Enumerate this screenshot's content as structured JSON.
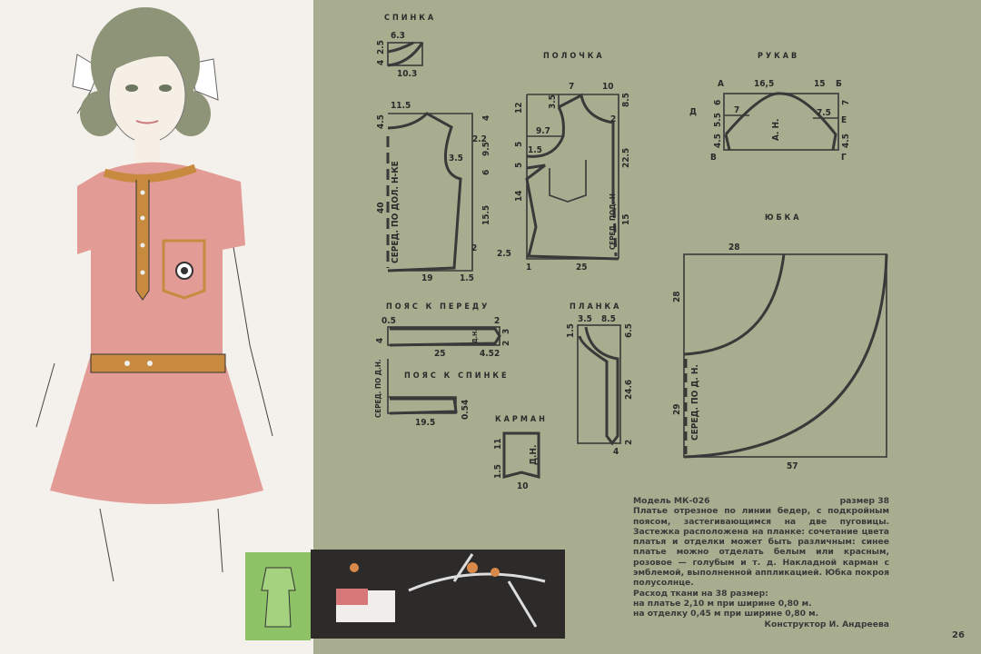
{
  "colors": {
    "page_left": "#f4f1ec",
    "page_right": "#a8ad90",
    "dress": "#e39b95",
    "trim": "#c88a3e",
    "ink": "#3a3838"
  },
  "spinka_small": {
    "title": "СПИНКА",
    "labels": [
      "6.3",
      "10.3",
      "4",
      "2.5"
    ]
  },
  "spinka": {
    "labels": [
      "11.5",
      "4.5",
      "4",
      "2.2",
      "9.5",
      "3.5",
      "6",
      "40",
      "СЕРЕД. ПО ДОЛ. Н-КЕ",
      "15.5",
      "2",
      "19",
      "1.5"
    ]
  },
  "polochka": {
    "title": "ПОЛОЧКА",
    "labels": [
      "7",
      "10",
      "12",
      "3.5",
      "8.5",
      "2",
      "9.7",
      "5",
      "1.5",
      "5",
      "22.5",
      "14",
      "15",
      "2.5",
      "1",
      "25",
      "СЕРЕД. ПОД. Н"
    ]
  },
  "rukav": {
    "title": "РУКАВ",
    "labels": [
      "А",
      "16,5",
      "15",
      "Б",
      "Д",
      "6",
      "5.5",
      "7",
      "7.5",
      "Е",
      "7",
      "А. Н.",
      "4.5",
      "4.5",
      "В",
      "Г"
    ]
  },
  "yubka": {
    "title": "ЮБКА",
    "labels": [
      "28",
      "28",
      "29",
      "СЕРЕД. ПО Д. Н.",
      "57"
    ]
  },
  "poyas_pered": {
    "title": "ПОЯС К ПЕРЕДУ",
    "labels": [
      "0.5",
      "2",
      "4",
      "25",
      "4.5",
      "2",
      "2",
      "3",
      "Д.Н."
    ]
  },
  "poyas_spinka": {
    "title": "ПОЯС К СПИНКЕ",
    "labels": [
      "СЕРЕД. ПО Д.Н.",
      "19.5",
      "0.5",
      "4"
    ]
  },
  "planka": {
    "title": "ПЛАНКА",
    "labels": [
      "3.5",
      "8.5",
      "1.5",
      "6.5",
      "24.6",
      "2",
      "4"
    ]
  },
  "karman": {
    "title": "КАРМАН",
    "labels": [
      "11",
      "1.5",
      "Д.Н.",
      "10"
    ]
  },
  "description": {
    "model": "Модель МК-026",
    "size": "размер 38",
    "body": "Платье отрезное по линии бедер, с подкройным поясом, застегивающимся на две пуговицы. Застежка расположена на планке: сочетание цвета платья и отделки может быть различным: синее платье можно отделать белым или красным, розовое — голубым и т. д. Накладной карман с эмблемой, выполненной аппликацией. Юбка покроя полусолнце.",
    "fabric_title": "Расход ткани на 38 размер:",
    "fabric_1": "на платье 2,10 м при ширине 0,80 м.",
    "fabric_2": "на отделку 0,45 м при ширине 0,80 м.",
    "author": "Конструктор И. Андреева"
  },
  "page_number": "26"
}
